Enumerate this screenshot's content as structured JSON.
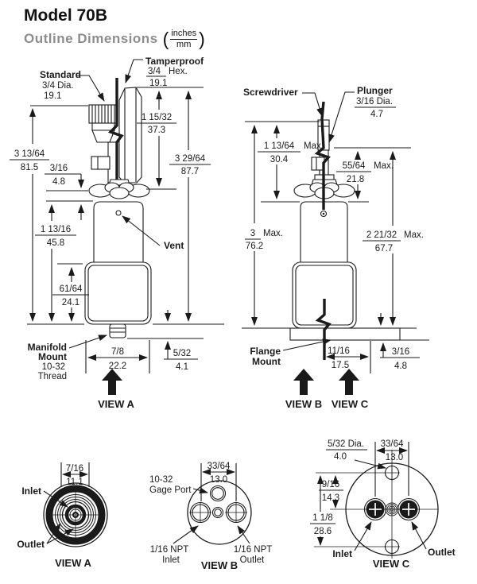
{
  "header": {
    "title": "Model 70B",
    "subtitle": "Outline Dimensions",
    "unit_top": "inches",
    "unit_bottom": "mm"
  },
  "viewA": {
    "standard": {
      "l1": "Standard",
      "l2": "3/4 Dia.",
      "l3": "19.1"
    },
    "tamperproof": {
      "l1": "Tamperproof",
      "frac_in": "3/4",
      "suffix": "Hex.",
      "frac_mm": "19.1"
    },
    "capHeight": {
      "in": "1 15/32",
      "mm": "37.3"
    },
    "overallTamperproof": {
      "in": "3 29/64",
      "mm": "87.7"
    },
    "overallStandard": {
      "in": "3 13/64",
      "mm": "81.5"
    },
    "flangeGap": {
      "in": "3/16",
      "mm": "4.8"
    },
    "bodyHeight": {
      "in": "1 13/16",
      "mm": "45.8"
    },
    "vent": "Vent",
    "lowerBody": {
      "in": "61/64",
      "mm": "24.1"
    },
    "manifold": {
      "l1": "Manifold",
      "l2": "Mount",
      "l3": "10-32",
      "l4": "Thread"
    },
    "bodyWidth": {
      "in": "7/8",
      "mm": "22.2"
    },
    "stud": {
      "in": "5/32",
      "mm": "4.1"
    },
    "view": "VIEW A"
  },
  "viewBC": {
    "screwdriver": "Screwdriver",
    "plunger": {
      "l1": "Plunger",
      "frac_in": "3/16 Dia.",
      "frac_mm": "4.7"
    },
    "adjMax": {
      "in": "1 13/64",
      "suffix": "Max.",
      "mm": "30.4"
    },
    "plungerMax": {
      "in": "55/64",
      "suffix": "Max.",
      "mm": "21.8"
    },
    "overallMax": {
      "in": "3",
      "suffix": "Max.",
      "mm": "76.2"
    },
    "bodyMax": {
      "in": "2 21/32",
      "suffix": "Max.",
      "mm": "67.7"
    },
    "flange": {
      "l1": "Flange",
      "l2": "Mount"
    },
    "flangeOffset": {
      "in": "11/16",
      "mm": "17.5"
    },
    "flangeThickness": {
      "in": "3/16",
      "mm": "4.8"
    },
    "viewB": "VIEW B",
    "viewC": "VIEW C"
  },
  "bottomA": {
    "portDia": {
      "in": "7/16",
      "mm": "11.1"
    },
    "inlet": "Inlet",
    "outlet": "Outlet",
    "view": "VIEW A"
  },
  "bottomB": {
    "portSpacing": {
      "in": "33/64",
      "mm": "13.0"
    },
    "gagePort": {
      "l1": "10-32",
      "l2": "Gage Port"
    },
    "inlet": {
      "l1": "1/16 NPT",
      "l2": "Inlet"
    },
    "outlet": {
      "l1": "1/16 NPT",
      "l2": "Outlet"
    },
    "view": "VIEW B"
  },
  "bottomC": {
    "holeDia": {
      "in": "5/32 Dia.",
      "mm": "4.0"
    },
    "portSpacing": {
      "in": "33/64",
      "mm": "13.0"
    },
    "holeOffset": {
      "in": "9/16",
      "mm": "14.3"
    },
    "holeSpan": {
      "in": "1 1/8",
      "mm": "28.6"
    },
    "inlet": "Inlet",
    "outlet": "Outlet",
    "view": "VIEW C"
  },
  "colors": {
    "ink": "#1a1a1a",
    "subtitle": "#8c8c8c",
    "background": "#ffffff"
  }
}
